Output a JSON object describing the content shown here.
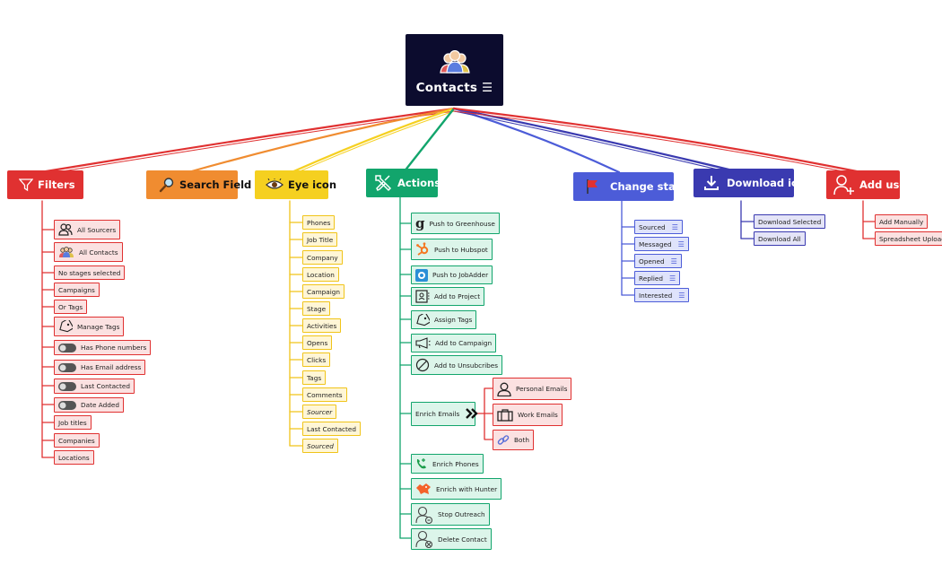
{
  "root": {
    "title": "Contacts",
    "icon": "people-group-icon"
  },
  "branches": {
    "filters": {
      "label": "Filters",
      "color": "#e03131",
      "icon": "filter-icon",
      "items": [
        "All Sourcers",
        "All Contacts",
        "No stages selected",
        "Campaigns",
        "Or Tags",
        "Manage Tags",
        "Has Phone numbers",
        "Has Email address",
        "Last Contacted",
        "Date Added",
        "Job titles",
        "Companies",
        "Locations"
      ]
    },
    "search": {
      "label": "Search Field",
      "color": "#f08c30",
      "icon": "magnifier-icon"
    },
    "eye": {
      "label": "Eye icon",
      "color": "#f5d020",
      "icon": "eye-icon",
      "items": [
        "Phones",
        "Job Title",
        "Company",
        "Location",
        "Campaign",
        "Stage",
        "Activities",
        "Opens",
        "Clicks",
        "Tags",
        "Comments",
        "Sourcer",
        "Last Contacted",
        "Sourced"
      ]
    },
    "actions": {
      "label": "Actions",
      "color": "#12a56c",
      "icon": "wrench-screwdriver-icon",
      "items": [
        "Push to Greenhouse",
        "Push to Hubspot",
        "Push to JobAdder",
        "Add to Project",
        "Assign Tags",
        "Add to Campaign",
        "Add to Unsubcribes",
        "Enrich Emails",
        "Enrich Phones",
        "Enrich with Hunter",
        "Stop Outreach",
        "Delete Contact"
      ],
      "enrich_sub": [
        "Personal Emails",
        "Work Emails",
        "Both"
      ]
    },
    "state": {
      "label": "Change state",
      "color": "#4c5cd8",
      "icon": "flag-icon",
      "items": [
        "Sourced",
        "Messaged",
        "Opened",
        "Replied",
        "Interested"
      ]
    },
    "download": {
      "label": "Download icon",
      "color": "#3a3ab0",
      "icon": "download-icon",
      "items": [
        "Download Selected",
        "Download All"
      ]
    },
    "adduser": {
      "label": "Add user",
      "color": "#e03131",
      "icon": "add-user-icon",
      "items": [
        "Add Manually",
        "Spreadsheet Upload"
      ]
    }
  }
}
